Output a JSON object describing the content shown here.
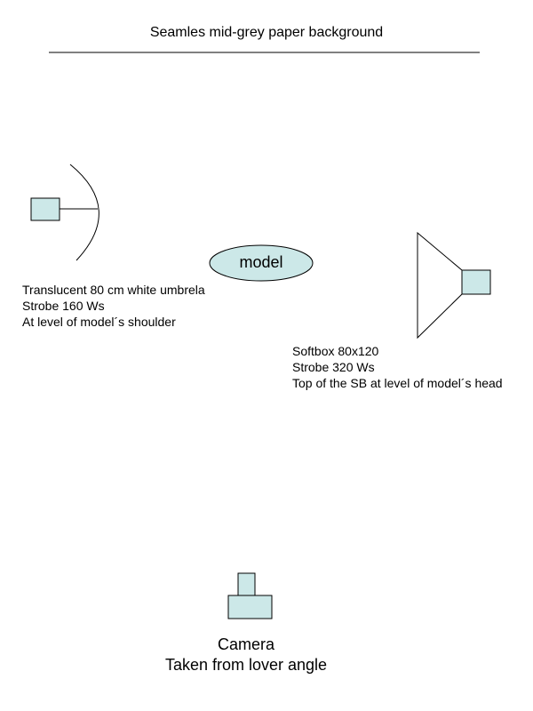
{
  "background_label": "Seamles mid-grey paper background",
  "model_label": "model",
  "umbrella": {
    "lines": [
      "Translucent 80 cm white umbrela",
      "Strobe 160 Ws",
      "At level of model´s shoulder"
    ]
  },
  "softbox": {
    "lines": [
      "Softbox 80x120",
      "Strobe 320 Ws",
      "Top of the SB at level of model´s head"
    ]
  },
  "camera": {
    "lines": [
      "Camera",
      "Taken from lover angle"
    ]
  },
  "colors": {
    "device_fill": "#cce8e8",
    "model_fill": "#cce8e8",
    "stroke": "#000000"
  }
}
